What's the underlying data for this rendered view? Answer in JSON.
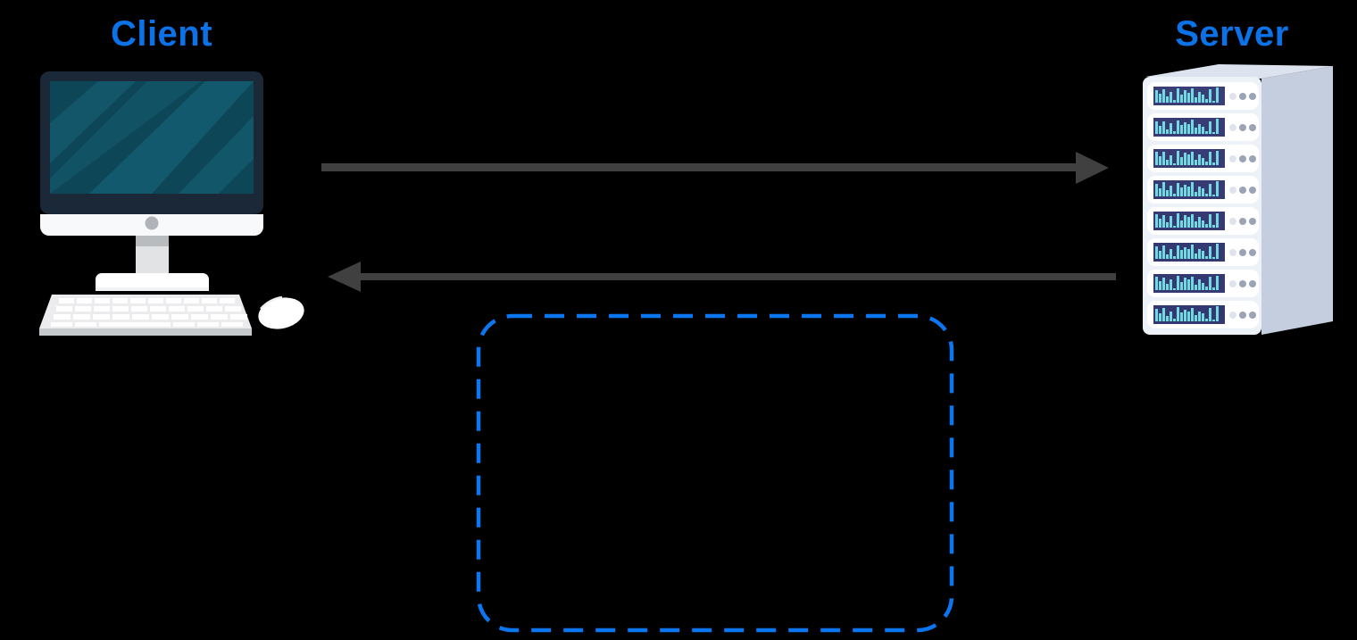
{
  "diagram": {
    "title_client": "Client",
    "title_server": "Server",
    "background_color": "#000000",
    "label_color": "#0b72e8"
  },
  "nodes": [
    {
      "id": "client",
      "label": "Client",
      "icon": "desktop-computer-icon",
      "position": "left",
      "colors": {
        "bezel": "#1b2838",
        "screen": "#0d4657",
        "screen_highlight": "#14566a",
        "base": "#f7f8f9",
        "stand": "#e2e4e6",
        "stand_top": "#b9bcbf",
        "keyboard": "#eceef0",
        "keyboard_edge": "#c5c9cc",
        "keys": "#ffffff",
        "mouse": "#ffffff",
        "camera_dot": "#b0b4b8"
      }
    },
    {
      "id": "server",
      "label": "Server",
      "icon": "server-rack-icon",
      "position": "right",
      "slot_count": 8,
      "dots_per_slot": 3,
      "colors": {
        "front_face": "#edf1f8",
        "side_face": "#c4cedf",
        "slot_bezel": "#ffffff",
        "panel_dark": "#2b2f63",
        "panel_light": "#4b4f8e",
        "bars": "#6fd9e0",
        "bars_alt": "#8ce3ea",
        "dots": "#9aa4b5",
        "dot_light": "#dfe4ec"
      }
    }
  ],
  "connectors": [
    {
      "id": "request-arrow",
      "name": "request-arrow",
      "direction": "client-to-server",
      "points_to": "right",
      "color": "#404040",
      "label": ""
    },
    {
      "id": "response-arrow",
      "name": "response-arrow",
      "direction": "server-to-client",
      "points_to": "left",
      "color": "#404040",
      "label": ""
    }
  ],
  "regions": [
    {
      "id": "highlight-region",
      "name": "dashed-highlight-region",
      "style": "dashed-rounded-rectangle",
      "color": "#0b76ef",
      "label": ""
    }
  ]
}
